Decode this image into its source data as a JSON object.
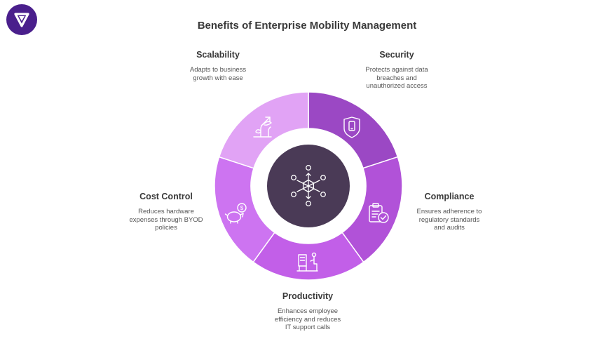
{
  "title": "Benefits of Enterprise Mobility Management",
  "colors": {
    "logo": "#4a1f8c",
    "center": "#4a3a56",
    "scalability": "#e1a3f5",
    "security": "#9b48c4",
    "compliance": "#b152d8",
    "productivity": "#c25fe8",
    "cost_control": "#cd74f1"
  },
  "benefits": {
    "scalability": {
      "heading": "Scalability",
      "lines": [
        "Adapts to business",
        "growth with ease"
      ],
      "icon": "plant-growth-icon"
    },
    "security": {
      "heading": "Security",
      "lines": [
        "Protects against data",
        "breaches and",
        "unauthorized access"
      ],
      "icon": "mobile-shield-icon"
    },
    "compliance": {
      "heading": "Compliance",
      "lines": [
        "Ensures adherence to",
        "regulatory standards",
        "and audits"
      ],
      "icon": "clipboard-check-icon"
    },
    "productivity": {
      "heading": "Productivity",
      "lines": [
        "Enhances employee",
        "efficiency and reduces",
        "IT support calls"
      ],
      "icon": "person-at-desk-icon"
    },
    "cost_control": {
      "heading": "Cost Control",
      "lines": [
        "Reduces hardware",
        "expenses through BYOD",
        "policies"
      ],
      "icon": "piggy-bank-icon"
    }
  },
  "center_icon": "network-hub-icon"
}
